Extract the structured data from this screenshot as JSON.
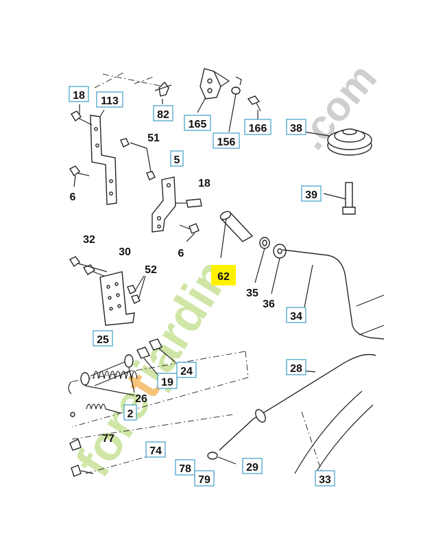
{
  "watermark": {
    "part1": "fore",
    "part2": "t",
    "part3": "jardin",
    "suffix": ".com",
    "colors": {
      "green": "#cfe6a6",
      "orange": "#f6c37a",
      "gray": "#cfcfcf"
    }
  },
  "callouts": [
    {
      "id": "18a",
      "text": "18",
      "boxed": true
    },
    {
      "id": "113",
      "text": "113",
      "boxed": true
    },
    {
      "id": "82",
      "text": "82",
      "boxed": true
    },
    {
      "id": "165",
      "text": "165",
      "boxed": true
    },
    {
      "id": "156",
      "text": "156",
      "boxed": true
    },
    {
      "id": "166",
      "text": "166",
      "boxed": true
    },
    {
      "id": "38",
      "text": "38",
      "boxed": true
    },
    {
      "id": "51",
      "text": "51",
      "boxed": false
    },
    {
      "id": "5",
      "text": "5",
      "boxed": true
    },
    {
      "id": "18b",
      "text": "18",
      "boxed": false
    },
    {
      "id": "6a",
      "text": "6",
      "boxed": false
    },
    {
      "id": "39",
      "text": "39",
      "boxed": true
    },
    {
      "id": "6b",
      "text": "6",
      "boxed": false
    },
    {
      "id": "32",
      "text": "32",
      "boxed": false
    },
    {
      "id": "30",
      "text": "30",
      "boxed": false
    },
    {
      "id": "62",
      "text": "62",
      "boxed": false,
      "highlight": true
    },
    {
      "id": "52",
      "text": "52",
      "boxed": false
    },
    {
      "id": "35",
      "text": "35",
      "boxed": false
    },
    {
      "id": "36",
      "text": "36",
      "boxed": false
    },
    {
      "id": "34",
      "text": "34",
      "boxed": true
    },
    {
      "id": "25",
      "text": "25",
      "boxed": true
    },
    {
      "id": "24",
      "text": "24",
      "boxed": true
    },
    {
      "id": "19",
      "text": "19",
      "boxed": true
    },
    {
      "id": "28",
      "text": "28",
      "boxed": true
    },
    {
      "id": "26",
      "text": "26",
      "boxed": false
    },
    {
      "id": "2",
      "text": "2",
      "boxed": true
    },
    {
      "id": "77",
      "text": "77",
      "boxed": false
    },
    {
      "id": "74",
      "text": "74",
      "boxed": true
    },
    {
      "id": "29",
      "text": "29",
      "boxed": true
    },
    {
      "id": "78",
      "text": "78",
      "boxed": true
    },
    {
      "id": "79",
      "text": "79",
      "boxed": true
    },
    {
      "id": "33",
      "text": "33",
      "boxed": true
    }
  ],
  "colors": {
    "box_border": "#4aa3c8",
    "highlight": "#fff200",
    "ink": "#222222"
  }
}
